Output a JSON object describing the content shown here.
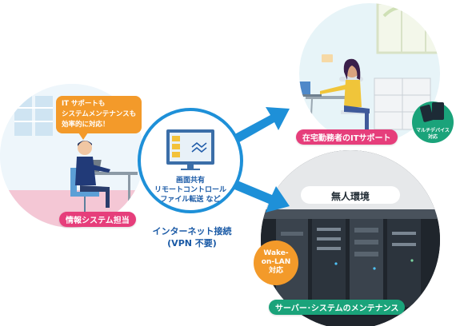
{
  "left_panel": {
    "bubble_lines": [
      "IT サポートも",
      "システムメンテナンスも",
      "効率的に対応！"
    ],
    "label": "情報システム担当"
  },
  "hub": {
    "lines": [
      "画面共有",
      "リモートコントロール",
      "ファイル転送 など"
    ],
    "connection_lines": [
      "インターネット接続",
      "(VPN 不要)"
    ]
  },
  "top_right_panel": {
    "label": "在宅勤務者のITサポート",
    "badge_lines": [
      "マルチデバイス",
      "対応"
    ]
  },
  "bottom_right_panel": {
    "header": "無人環境",
    "wake_lines": [
      "Wake-",
      "on-LAN",
      "対応"
    ],
    "label": "サーバー･システムのメンテナンス"
  },
  "colors": {
    "hub_blue": "#1e90d8",
    "label_pink": "#e63e7b",
    "label_green": "#1aa37a",
    "bubble_orange": "#f39a2a"
  }
}
